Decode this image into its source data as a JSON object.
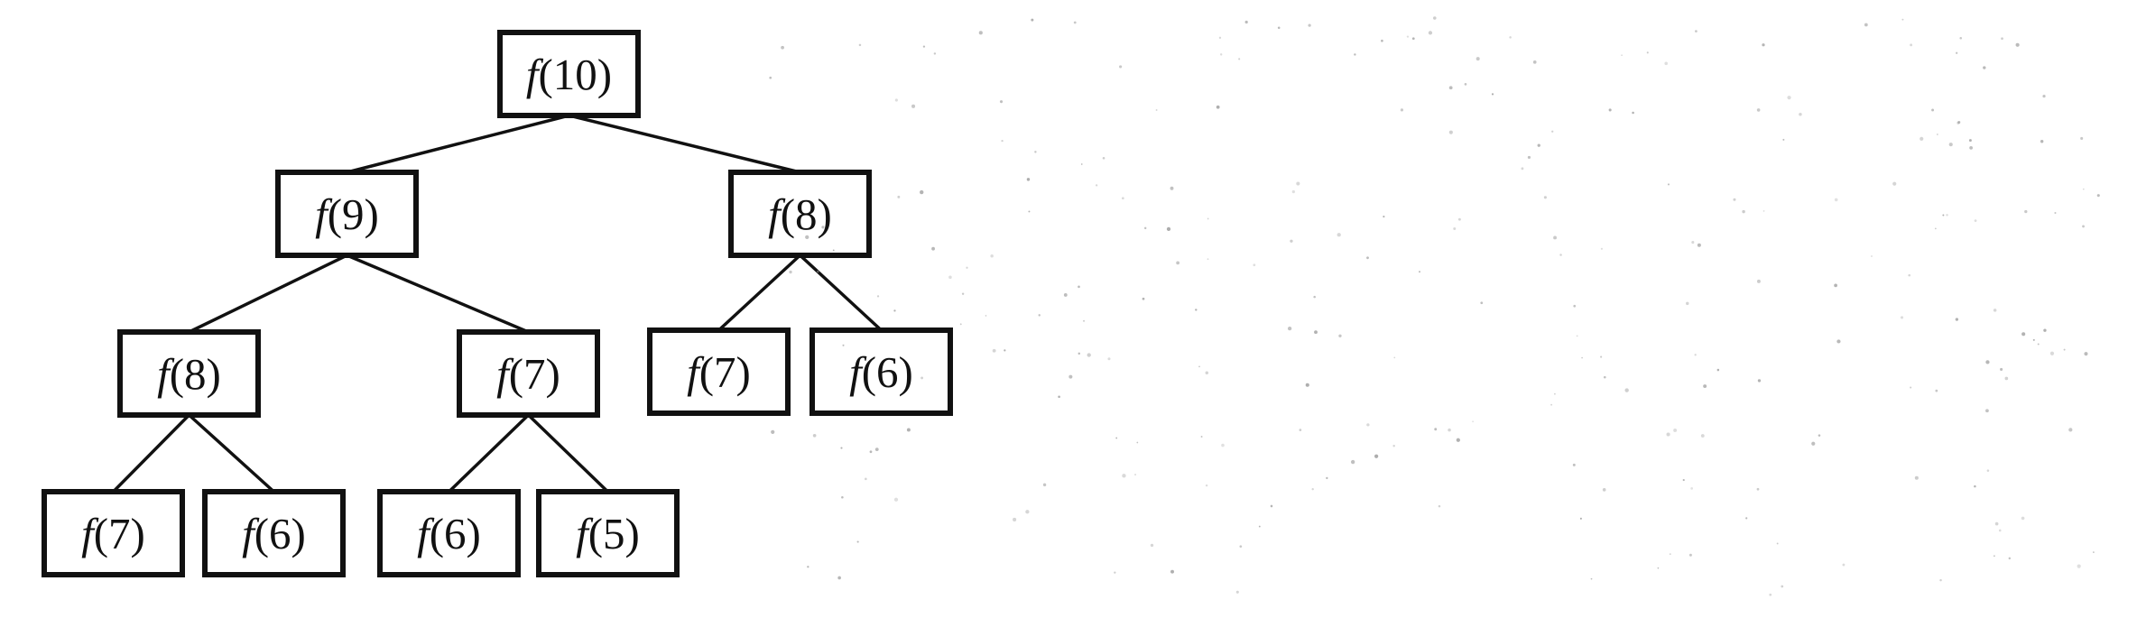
{
  "diagram": {
    "type": "recursion-tree",
    "nodes": [
      {
        "id": "n10",
        "fn": "f",
        "arg": "(10)"
      },
      {
        "id": "n9",
        "fn": "f",
        "arg": "(9)"
      },
      {
        "id": "n8a",
        "fn": "f",
        "arg": "(8)"
      },
      {
        "id": "n8b",
        "fn": "f",
        "arg": "(8)"
      },
      {
        "id": "n7a",
        "fn": "f",
        "arg": "(7)"
      },
      {
        "id": "n7b",
        "fn": "f",
        "arg": "(7)"
      },
      {
        "id": "n6a",
        "fn": "f",
        "arg": "(6)"
      },
      {
        "id": "n7c",
        "fn": "f",
        "arg": "(7)"
      },
      {
        "id": "n6b",
        "fn": "f",
        "arg": "(6)"
      },
      {
        "id": "n6c",
        "fn": "f",
        "arg": "(6)"
      },
      {
        "id": "n5",
        "fn": "f",
        "arg": "(5)"
      }
    ],
    "edges": [
      [
        "n10",
        "n9"
      ],
      [
        "n10",
        "n8b"
      ],
      [
        "n9",
        "n8a"
      ],
      [
        "n9",
        "n7a"
      ],
      [
        "n8b",
        "n7b"
      ],
      [
        "n8b",
        "n6a"
      ],
      [
        "n8a",
        "n7c"
      ],
      [
        "n8a",
        "n6b"
      ],
      [
        "n7a",
        "n6c"
      ],
      [
        "n7a",
        "n5"
      ]
    ],
    "colors": {
      "line": "#111111",
      "box_fill": "#ffffff",
      "background": "#ffffff"
    }
  }
}
